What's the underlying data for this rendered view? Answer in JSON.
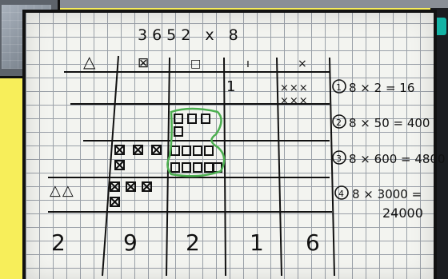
{
  "photo": {
    "problem": "3652 x 8",
    "place_value_headers": [
      "△",
      "⊠",
      "□",
      "ı",
      "×"
    ],
    "steps": [
      {
        "number": "1",
        "equation": "8 × 2 = 16"
      },
      {
        "number": "2",
        "equation": "8 × 50 = 400"
      },
      {
        "number": "3",
        "equation": "8 × 600 = 4800"
      },
      {
        "number": "4",
        "equation": "8 × 3000 =",
        "result": "24000"
      }
    ],
    "answer_digits": [
      "2",
      "9",
      "2",
      "1",
      "6"
    ],
    "cell_ones": "1",
    "cell_ones_tally_row1": "×××",
    "cell_ones_tally_row2": "×××",
    "row_thousands_marks": "△△",
    "colors": {
      "background": "#f7ee5a",
      "ink": "#111111",
      "highlight_loop": "#4caf50"
    }
  }
}
